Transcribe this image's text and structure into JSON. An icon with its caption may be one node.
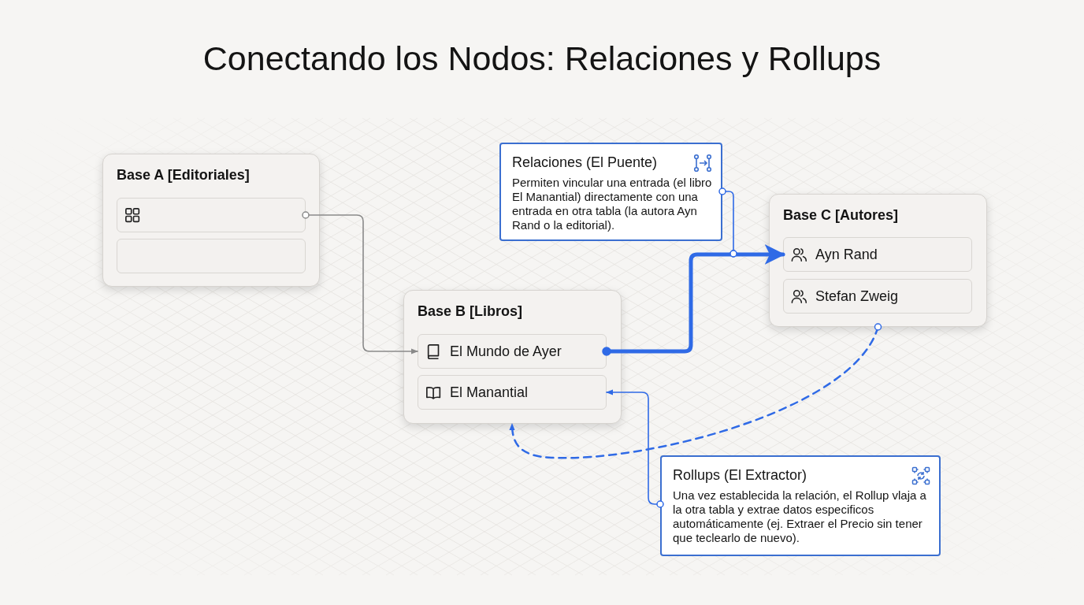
{
  "diagram": {
    "title": "Conectando los Nodos: Relaciones y Rollups",
    "nodes": [
      {
        "text": [
          "Base A [Editoriales]"
        ]
      },
      {
        "text": [],
        "shape": "box",
        "in": 0
      },
      {
        "text": [],
        "shape": "box",
        "in": 0
      },
      {
        "text": [
          "Base B [Libros]"
        ]
      },
      {
        "text": [
          "El Mundo de Ayer"
        ],
        "in": 3
      },
      {
        "text": [
          "El Manantial"
        ],
        "in": 3
      },
      {
        "text": [
          "Relaciones (El Puente)",
          "Permiten vincular una entrada (el libro El Manantial) directamente con una entrada en otra tabla (la autora Ayn Rand o la editorial)."
        ]
      },
      {
        "text": [
          "Base C [Autores]"
        ]
      },
      {
        "text": [
          "Ayn Rand"
        ],
        "in": 7
      },
      {
        "text": [
          "Stefan Zweig"
        ],
        "in": 7
      },
      {
        "text": [
          "Rollups (El Extractor)",
          "Una vez establecida la relación, el Rollup vlaja a la otra tabla y extrae datos especificos automáticamente (ej. Extraer el Precio sin tener que teclearlo de nuevo)."
        ]
      }
    ],
    "edges": [
      {
        "from": 1,
        "to": 4,
        "arrow": "to",
        "color": "#8a8a8a"
      },
      {
        "from": 4,
        "to": 8,
        "arrow": "to",
        "style": "thick"
      },
      {
        "from": 6,
        "to": null,
        "arrow": "other"
      },
      {
        "from": 10,
        "to": 5,
        "arrow": "to"
      },
      {
        "from": 7,
        "to": 3,
        "arrow": "to",
        "style": "dashed"
      }
    ]
  }
}
